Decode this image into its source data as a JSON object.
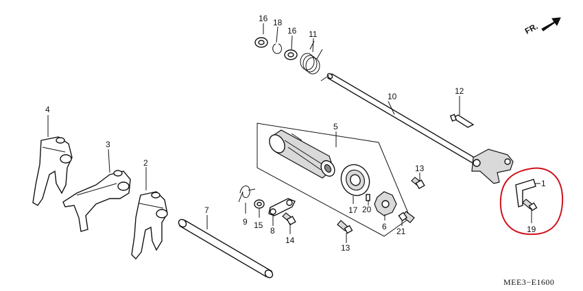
{
  "diagram": {
    "direction_label": "FR.",
    "drawing_code": "MEE3−E1600",
    "highlight_color": "#d0101a",
    "part_labels": {
      "p1": "1",
      "p2": "2",
      "p3": "3",
      "p4": "4",
      "p5": "5",
      "p6": "6",
      "p7": "7",
      "p8": "8",
      "p9": "9",
      "p10": "10",
      "p11": "11",
      "p12": "12",
      "p13a": "13",
      "p13b": "13",
      "p14": "14",
      "p15": "15",
      "p16a": "16",
      "p16b": "16",
      "p17": "17",
      "p18": "18",
      "p19": "19",
      "p20": "20",
      "p21": "21"
    }
  }
}
